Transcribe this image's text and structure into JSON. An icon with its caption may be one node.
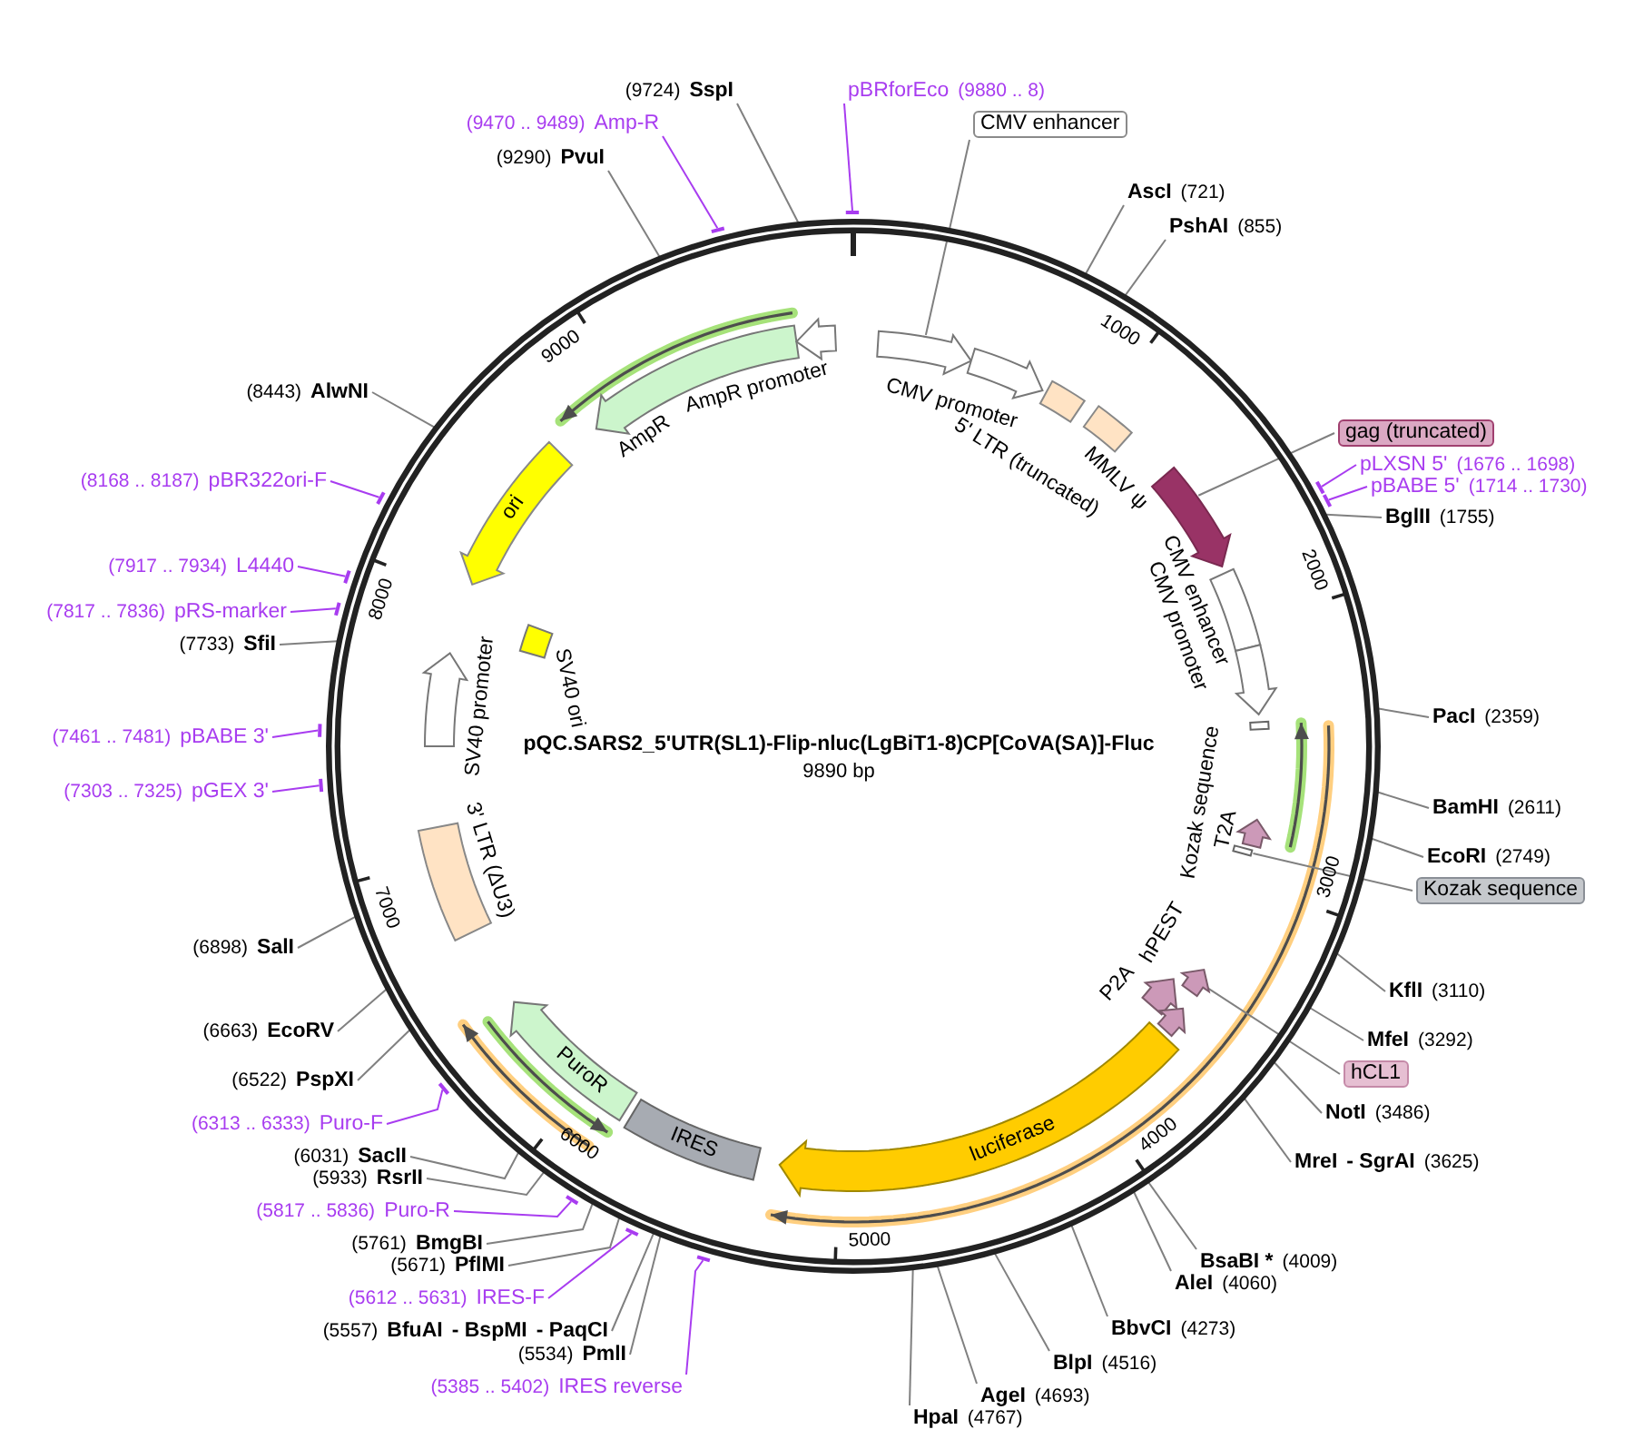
{
  "diagram": {
    "title": "pQC.SARS2_5'UTR(SL1)-Flip-nluc(LgBiT1-8)CP[CoVA(SA)]-Fluc",
    "nodes": [
      {
        "text": [
          "pBRforEco",
          "(9880 .. 8)"
        ]
      },
      {
        "text": [
          "CMV enhancer"
        ]
      },
      {
        "text": [
          "AscI",
          "(721)"
        ]
      },
      {
        "text": [
          "PshAI",
          "(855)"
        ]
      },
      {
        "text": [
          "gag (truncated)"
        ]
      },
      {
        "text": [
          "pLXSN 5'",
          "(1676 .. 1698)"
        ]
      },
      {
        "text": [
          "pBABE 5'",
          "(1714 .. 1730)"
        ]
      },
      {
        "text": [
          "BglII",
          "(1755)"
        ]
      },
      {
        "text": [
          "PacI",
          "(2359)"
        ]
      },
      {
        "text": [
          "BamHI",
          "(2611)"
        ]
      },
      {
        "text": [
          "EcoRI",
          "(2749)"
        ]
      },
      {
        "text": [
          "Kozak sequence"
        ]
      },
      {
        "text": [
          "KflI",
          "(3110)"
        ]
      },
      {
        "text": [
          "MfeI",
          "(3292)"
        ]
      },
      {
        "text": [
          "hCL1"
        ]
      },
      {
        "text": [
          "NotI",
          "(3486)"
        ]
      },
      {
        "text": [
          "MreI",
          "- SgrAI",
          "(3625)"
        ]
      },
      {
        "text": [
          "BsaBI *",
          "(4009)"
        ]
      },
      {
        "text": [
          "AleI",
          "(4060)"
        ]
      },
      {
        "text": [
          "BbvCI",
          "(4273)"
        ]
      },
      {
        "text": [
          "BlpI",
          "(4516)"
        ]
      },
      {
        "text": [
          "AgeI",
          "(4693)"
        ]
      },
      {
        "text": [
          "HpaI",
          "(4767)"
        ]
      },
      {
        "text": [
          "(5385 .. 5402)",
          "IRES reverse"
        ]
      },
      {
        "text": [
          "(5534)",
          "PmlI"
        ]
      },
      {
        "text": [
          "(5557)",
          "BfuAI",
          "- BspMI",
          "- PaqCI"
        ]
      },
      {
        "text": [
          "(5612 .. 5631)",
          "IRES-F"
        ]
      },
      {
        "text": [
          "(5671)",
          "PflMI"
        ]
      },
      {
        "text": [
          "(5761)",
          "BmgBI"
        ]
      },
      {
        "text": [
          "(5817 .. 5836)",
          "Puro-R"
        ]
      },
      {
        "text": [
          "(5933)",
          "RsrII"
        ]
      },
      {
        "text": [
          "(6031)",
          "SacII"
        ]
      },
      {
        "text": [
          "(6313 .. 6333)",
          "Puro-F"
        ]
      },
      {
        "text": [
          "(6522)",
          "PspXI"
        ]
      },
      {
        "text": [
          "(6663)",
          "EcoRV"
        ]
      },
      {
        "text": [
          "(6898)",
          "SalI"
        ]
      },
      {
        "text": [
          "(7303 .. 7325)",
          "pGEX 3'"
        ]
      },
      {
        "text": [
          "(7461 .. 7481)",
          "pBABE 3'"
        ]
      },
      {
        "text": [
          "(7733)",
          "SfiI"
        ]
      },
      {
        "text": [
          "(7817 .. 7836)",
          "pRS-marker"
        ]
      },
      {
        "text": [
          "(7917 .. 7934)",
          "L4440"
        ]
      },
      {
        "text": [
          "(8168 .. 8187)",
          "pBR322ori-F"
        ]
      },
      {
        "text": [
          "(8443)",
          "AlwNI"
        ]
      },
      {
        "text": [
          "(9290)",
          "PvuI"
        ]
      },
      {
        "text": [
          "(9470 .. 9489)",
          "Amp-R"
        ]
      },
      {
        "text": [
          "(9724)",
          "SspI"
        ]
      },
      {
        "text": [],
        "shape": "circle"
      },
      {
        "text": [],
        "shape": "arrow",
        "in": 46
      },
      {
        "text": [
          "CMV promoter"
        ],
        "in": 46
      },
      {
        "text": [
          "5' LTR (truncated)"
        ],
        "in": 46
      },
      {
        "text": [
          "MMLV ψ"
        ],
        "in": 46
      },
      {
        "text": [],
        "shape": "arrow",
        "in": 46
      },
      {
        "text": [
          "CMV enhancer"
        ],
        "in": 46
      },
      {
        "text": [
          "CMV promoter"
        ],
        "in": 46
      },
      {
        "text": [
          "Kozak sequence"
        ],
        "in": 46
      },
      {
        "text": [
          "T2A"
        ],
        "in": 46
      },
      {
        "text": [],
        "shape": "bar",
        "in": 46
      },
      {
        "text": [],
        "shape": "arrow",
        "in": 46
      },
      {
        "text": [
          "hPEST"
        ],
        "in": 46
      },
      {
        "text": [
          "P2A"
        ],
        "in": 46
      },
      {
        "text": [
          "luciferase"
        ],
        "in": 46
      },
      {
        "text": [
          "IRES"
        ],
        "in": 46
      },
      {
        "text": [
          "PuroR"
        ],
        "in": 46
      },
      {
        "text": [
          "3' LTR (ΔU3)"
        ],
        "in": 46
      },
      {
        "text": [
          "SV40 promoter"
        ],
        "in": 46
      },
      {
        "text": [
          "SV40 ori"
        ],
        "in": 46
      },
      {
        "text": [
          "ori"
        ],
        "in": 46
      },
      {
        "text": [
          "AmpR"
        ],
        "in": 46
      },
      {
        "text": [
          "AmpR promoter"
        ],
        "in": 46
      }
    ],
    "edges": [
      {
        "from": 0,
        "to": 46,
        "arrow": "none",
        "color": "#a83cf0"
      },
      {
        "from": 1,
        "to": 47,
        "arrow": "none"
      },
      {
        "from": 2,
        "to": 46,
        "arrow": "none"
      },
      {
        "from": 3,
        "to": 46,
        "arrow": "none"
      },
      {
        "from": 4,
        "to": 51,
        "arrow": "none"
      },
      {
        "from": 5,
        "to": 46,
        "arrow": "none",
        "color": "#a83cf0"
      },
      {
        "from": 6,
        "to": 46,
        "arrow": "none",
        "color": "#a83cf0"
      },
      {
        "from": 7,
        "to": 46,
        "arrow": "none"
      },
      {
        "from": 8,
        "to": 46,
        "arrow": "none"
      },
      {
        "from": 9,
        "to": 46,
        "arrow": "none"
      },
      {
        "from": 10,
        "to": 46,
        "arrow": "none"
      },
      {
        "from": 11,
        "to": 56,
        "arrow": "none"
      },
      {
        "from": 12,
        "to": 46,
        "arrow": "none"
      },
      {
        "from": 13,
        "to": 46,
        "arrow": "none"
      },
      {
        "from": 14,
        "to": 57,
        "arrow": "none"
      },
      {
        "from": 15,
        "to": 46,
        "arrow": "none"
      },
      {
        "from": 16,
        "to": 46,
        "arrow": "none"
      },
      {
        "from": 17,
        "to": 46,
        "arrow": "none"
      },
      {
        "from": 18,
        "to": 46,
        "arrow": "none"
      },
      {
        "from": 19,
        "to": 46,
        "arrow": "none"
      },
      {
        "from": 20,
        "to": 46,
        "arrow": "none"
      },
      {
        "from": 21,
        "to": 46,
        "arrow": "none"
      },
      {
        "from": 22,
        "to": 46,
        "arrow": "none"
      },
      {
        "from": 23,
        "to": 46,
        "arrow": "none",
        "color": "#a83cf0"
      },
      {
        "from": 24,
        "to": 46,
        "arrow": "none"
      },
      {
        "from": 25,
        "to": 46,
        "arrow": "none"
      },
      {
        "from": 26,
        "to": 46,
        "arrow": "none",
        "color": "#a83cf0"
      },
      {
        "from": 27,
        "to": 46,
        "arrow": "none"
      },
      {
        "from": 28,
        "to": 46,
        "arrow": "none"
      },
      {
        "from": 29,
        "to": 46,
        "arrow": "none",
        "color": "#a83cf0"
      },
      {
        "from": 30,
        "to": 46,
        "arrow": "none"
      },
      {
        "from": 31,
        "to": 46,
        "arrow": "none"
      },
      {
        "from": 32,
        "to": 46,
        "arrow": "none",
        "color": "#a83cf0"
      },
      {
        "from": 33,
        "to": 46,
        "arrow": "none"
      },
      {
        "from": 34,
        "to": 46,
        "arrow": "none"
      },
      {
        "from": 35,
        "to": 46,
        "arrow": "none"
      },
      {
        "from": 36,
        "to": 46,
        "arrow": "none",
        "color": "#a83cf0"
      },
      {
        "from": 37,
        "to": 46,
        "arrow": "none",
        "color": "#a83cf0"
      },
      {
        "from": 38,
        "to": 46,
        "arrow": "none"
      },
      {
        "from": 39,
        "to": 46,
        "arrow": "none",
        "color": "#a83cf0"
      },
      {
        "from": 40,
        "to": 46,
        "arrow": "none",
        "color": "#a83cf0"
      },
      {
        "from": 41,
        "to": 46,
        "arrow": "none",
        "color": "#a83cf0"
      },
      {
        "from": 42,
        "to": 46,
        "arrow": "none"
      },
      {
        "from": 43,
        "to": 46,
        "arrow": "none"
      },
      {
        "from": 44,
        "to": 46,
        "arrow": "none",
        "color": "#a83cf0"
      },
      {
        "from": 45,
        "to": 46,
        "arrow": "none"
      }
    ],
    "labels": [
      "1000",
      "2000",
      "3000",
      "4000",
      "5000",
      "6000",
      "7000",
      "8000",
      "9000",
      "9890 bp"
    ]
  }
}
